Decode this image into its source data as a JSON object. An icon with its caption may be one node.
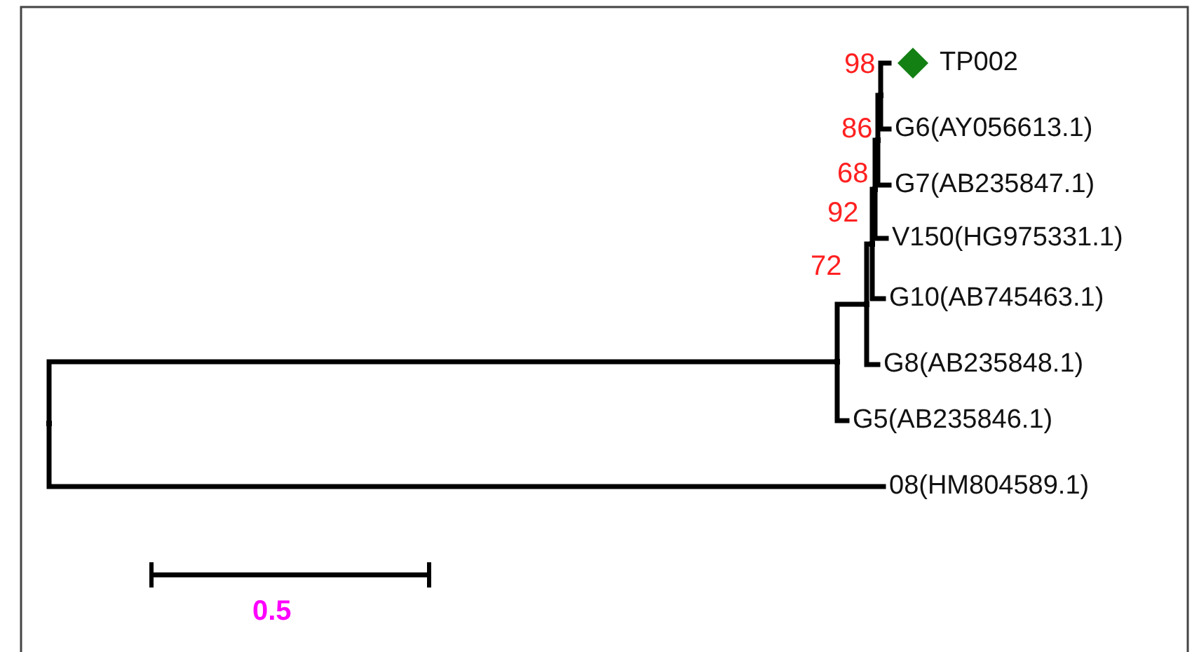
{
  "diagram": {
    "nodes": [
      {
        "text": [
          "TP002"
        ]
      },
      {
        "text": [
          "G6(AY056613.1)"
        ]
      },
      {
        "text": [
          "G7(AB235847.1)"
        ]
      },
      {
        "text": [
          "V150(HG975331.1)"
        ]
      },
      {
        "text": [
          "G10(AB745463.1)"
        ]
      },
      {
        "text": [
          "G8(AB235848.1)"
        ]
      },
      {
        "text": [
          "G5(AB235846.1)"
        ]
      },
      {
        "text": [
          "08(HM804589.1)"
        ]
      },
      {
        "text": [],
        "shape": "point"
      },
      {
        "text": [],
        "shape": "point"
      },
      {
        "text": [],
        "shape": "point",
        "beside": [
          "72"
        ]
      },
      {
        "text": [],
        "shape": "point",
        "beside": [
          "92"
        ]
      },
      {
        "text": [],
        "shape": "point",
        "beside": [
          "68"
        ]
      },
      {
        "text": [],
        "shape": "point",
        "beside": [
          "86"
        ]
      },
      {
        "text": [],
        "shape": "point",
        "beside": [
          "98"
        ]
      }
    ],
    "edges": [
      {
        "from": 8,
        "to": 9,
        "arrow": "none"
      },
      {
        "from": 8,
        "to": 7,
        "arrow": "none"
      },
      {
        "from": 9,
        "to": 10,
        "arrow": "none"
      },
      {
        "from": 9,
        "to": 6,
        "arrow": "none"
      },
      {
        "from": 10,
        "to": 11,
        "arrow": "none"
      },
      {
        "from": 10,
        "to": 5,
        "arrow": "none"
      },
      {
        "from": 11,
        "to": 12,
        "arrow": "none"
      },
      {
        "from": 11,
        "to": 4,
        "arrow": "none"
      },
      {
        "from": 12,
        "to": 13,
        "arrow": "none"
      },
      {
        "from": 12,
        "to": 3,
        "arrow": "none"
      },
      {
        "from": 13,
        "to": 14,
        "arrow": "none"
      },
      {
        "from": 13,
        "to": 2,
        "arrow": "none"
      },
      {
        "from": 14,
        "to": 0,
        "arrow": "none"
      },
      {
        "from": 14,
        "to": 1,
        "arrow": "none"
      }
    ],
    "labels": [
      "0.5"
    ]
  }
}
